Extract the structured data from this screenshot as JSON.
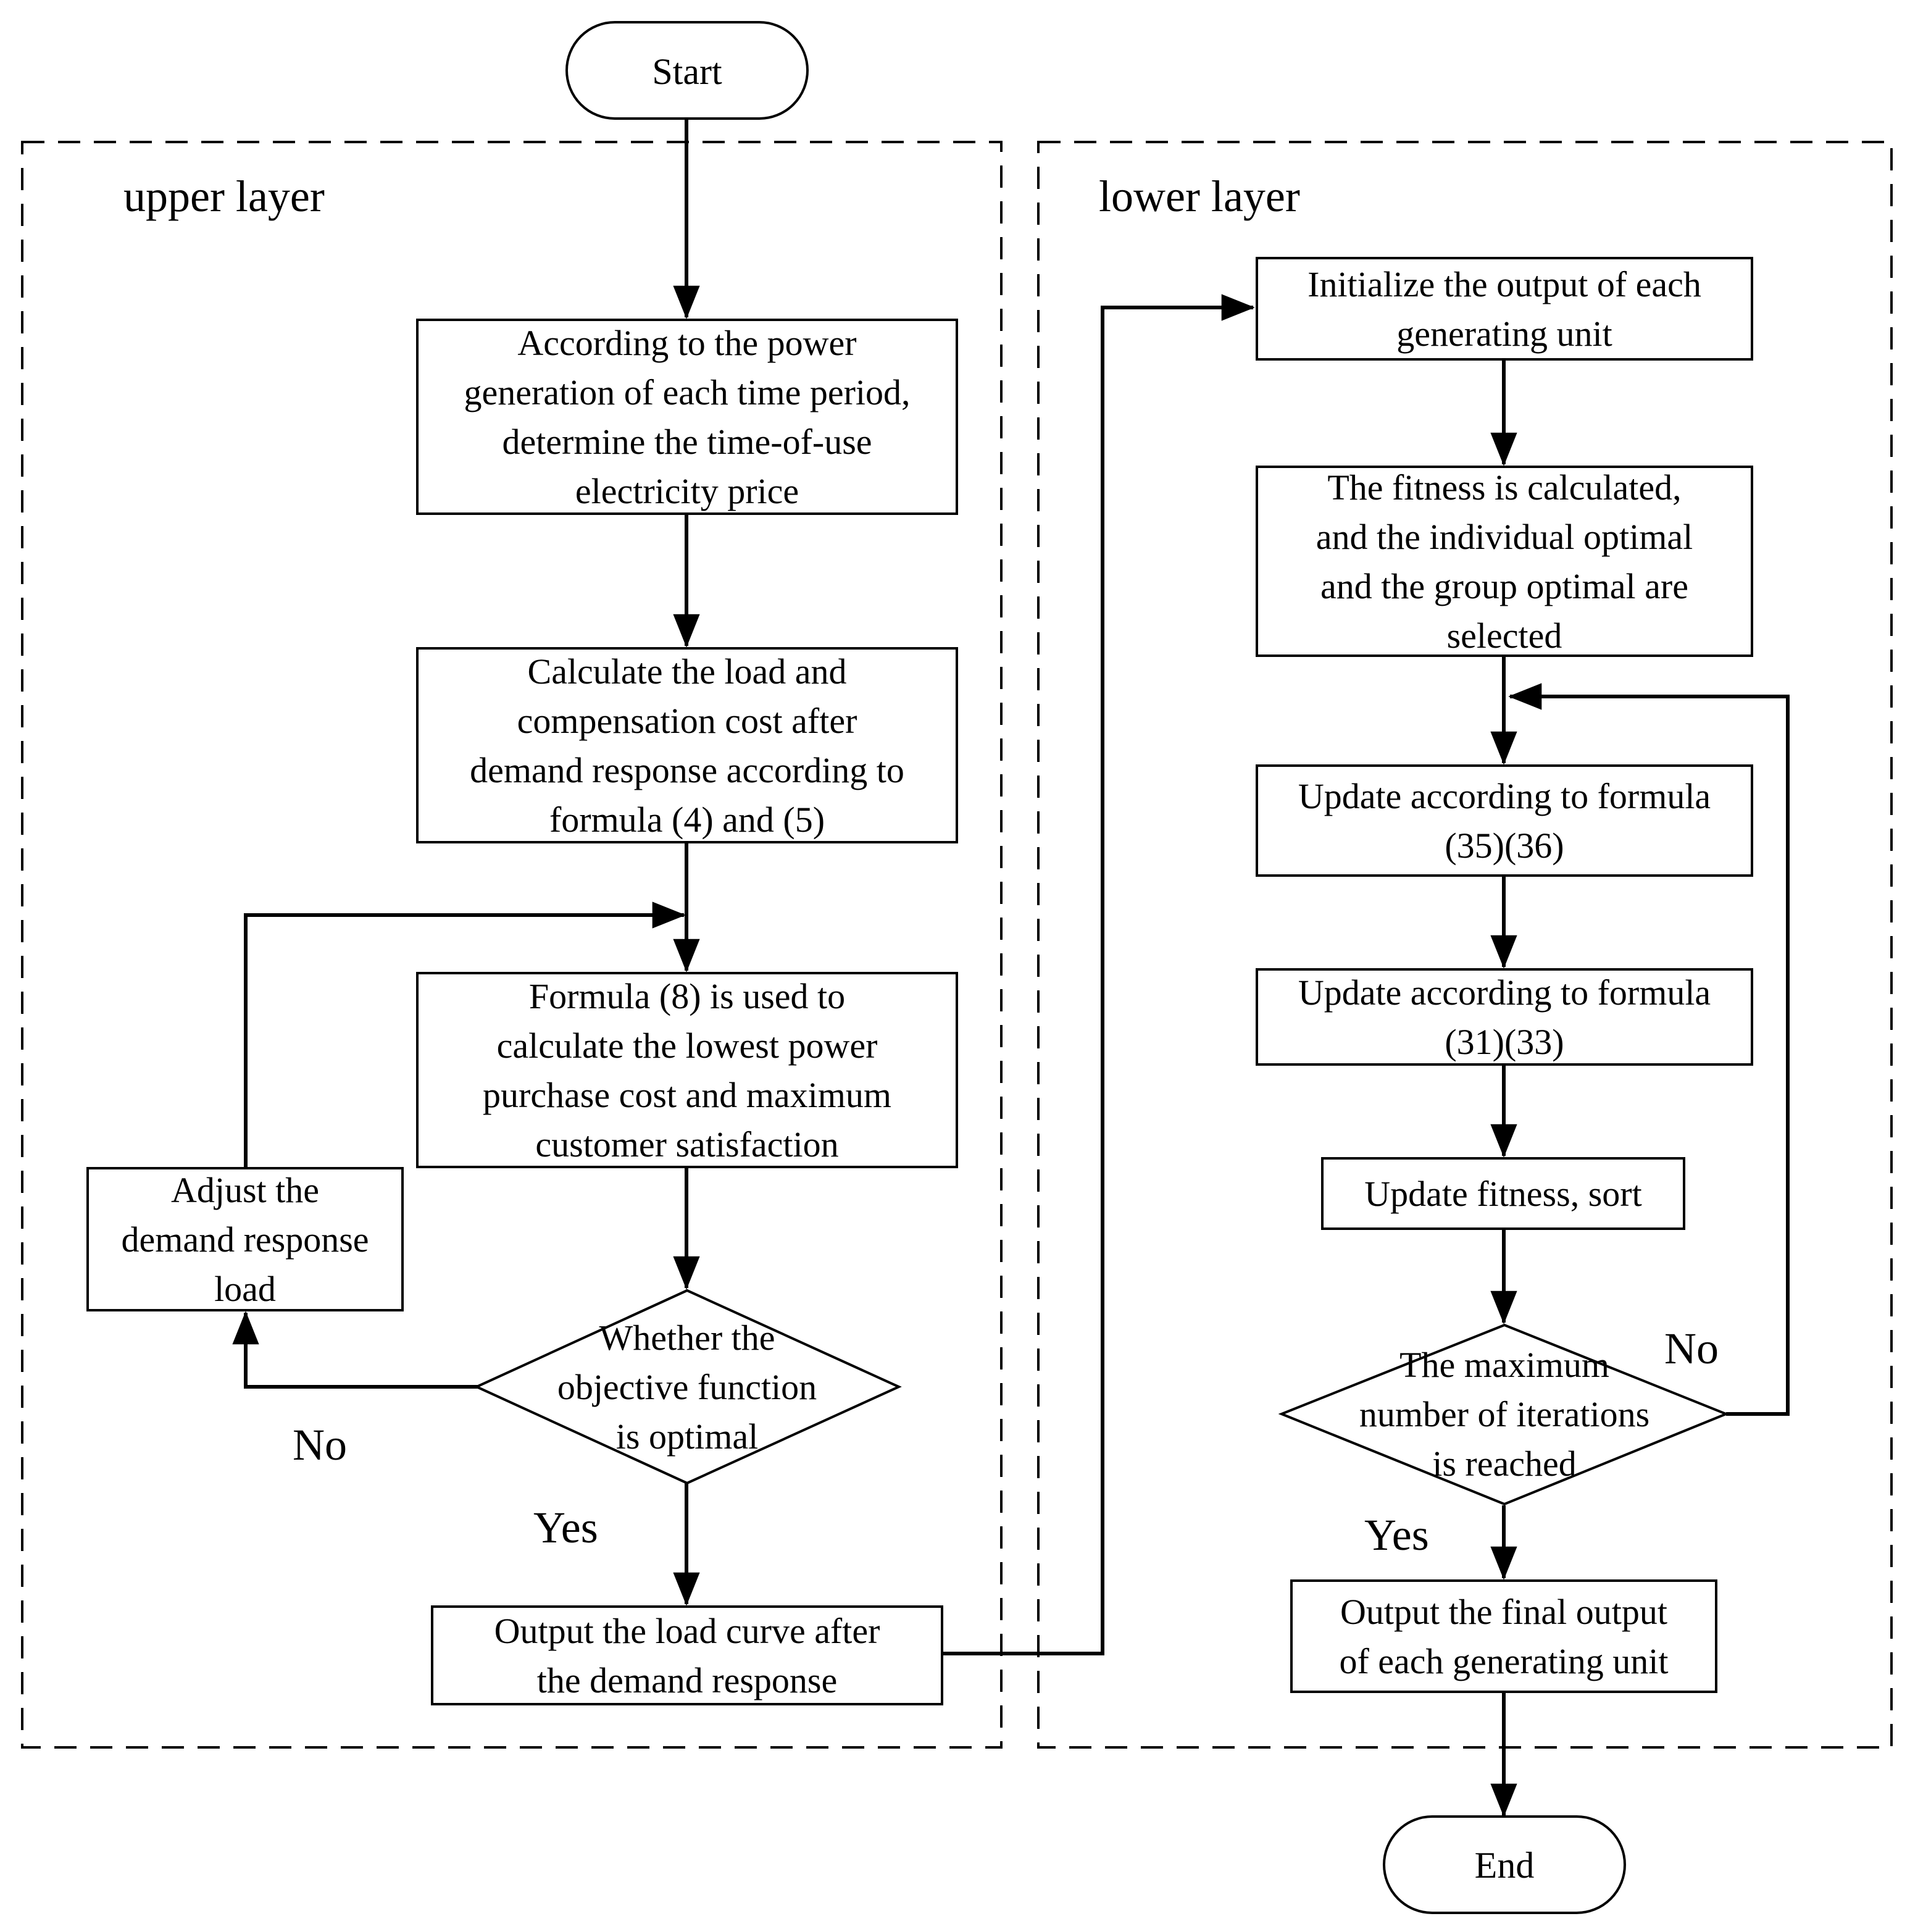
{
  "terminals": {
    "start": "Start",
    "end": "End"
  },
  "layers": {
    "upper": "upper layer",
    "lower": "lower layer"
  },
  "upper": {
    "step1": [
      "According to the power",
      "generation of each time period,",
      "determine the time-of-use",
      "electricity price"
    ],
    "step2": [
      "Calculate the load and",
      "compensation cost after",
      "demand response according to",
      "formula (4) and (5)"
    ],
    "step3": [
      "Formula (8) is used to",
      "calculate the lowest power",
      "purchase cost and maximum",
      "customer satisfaction"
    ],
    "adjust": [
      "Adjust the",
      "demand response",
      "load"
    ],
    "decision": [
      "Whether the",
      "objective function",
      "is optimal"
    ],
    "output": [
      "Output the load curve after",
      "the demand response"
    ],
    "no_label": "No",
    "yes_label": "Yes"
  },
  "lower": {
    "init": [
      "Initialize the output of each",
      "generating unit"
    ],
    "fitness": [
      "The fitness is calculated,",
      "and the individual optimal",
      "and the group optimal are",
      "selected"
    ],
    "update1": [
      "Update according to formula",
      "(35)(36)"
    ],
    "update2": [
      "Update according to formula",
      "(31)(33)"
    ],
    "sort": [
      "Update fitness, sort"
    ],
    "decision": [
      "The maximum",
      "number of iterations",
      "is reached"
    ],
    "final": [
      "Output the final output",
      "of each generating unit"
    ],
    "no_label": "No",
    "yes_label": "Yes"
  }
}
